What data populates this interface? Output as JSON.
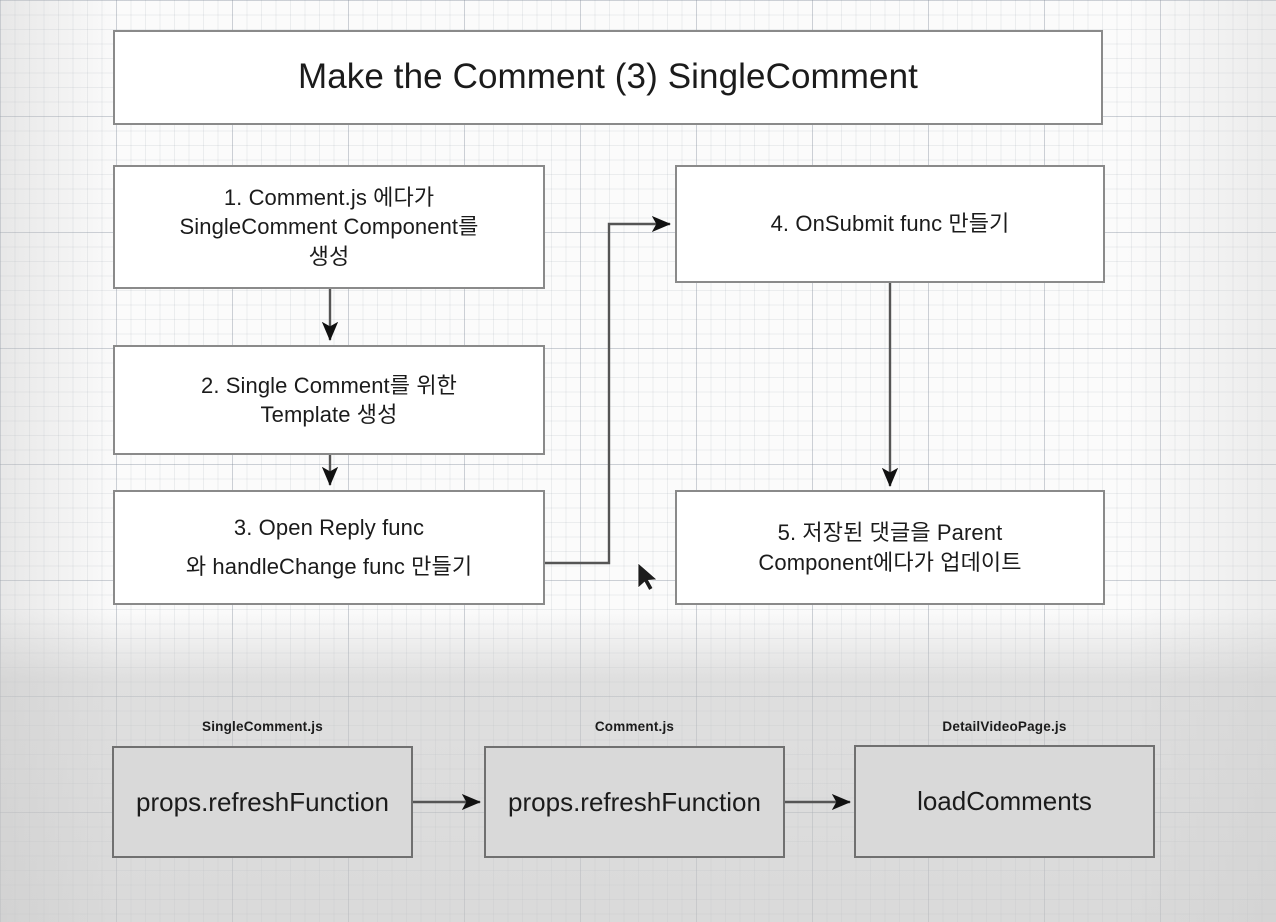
{
  "title": {
    "text": "Make the Comment (3) SingleComment"
  },
  "flow": {
    "steps": [
      {
        "id": "step-1",
        "line1": "1.  Comment.js 에다가",
        "line2": "SingleComment Component를",
        "line3": "생성"
      },
      {
        "id": "step-2",
        "line1": "2. Single Comment를 위한",
        "line2": "Template 생성",
        "line3": ""
      },
      {
        "id": "step-3",
        "line1": "3.  Open Reply func",
        "line2": "와 handleChange func 만들기",
        "line3": ""
      },
      {
        "id": "step-4",
        "line1": "4.  OnSubmit func 만들기",
        "line2": "",
        "line3": ""
      },
      {
        "id": "step-5",
        "line1": "5. 저장된 댓글을 Parent",
        "line2": "Component에다가 업데이트",
        "line3": ""
      }
    ]
  },
  "props_chain": {
    "items": [
      {
        "file_label": "SingleComment.js",
        "value": "props.refreshFunction"
      },
      {
        "file_label": "Comment.js",
        "value": "props.refreshFunction"
      },
      {
        "file_label": "DetailVideoPage.js",
        "value": "loadComments"
      }
    ]
  },
  "colors": {
    "box_border": "#8a8a8a",
    "box_fill": "#ffffff",
    "bottom_box_border": "#707070",
    "bottom_box_fill": "#d9d9d9",
    "connector": "#555555",
    "text": "#1b1b1b",
    "canvas": "#fbfbfb"
  }
}
